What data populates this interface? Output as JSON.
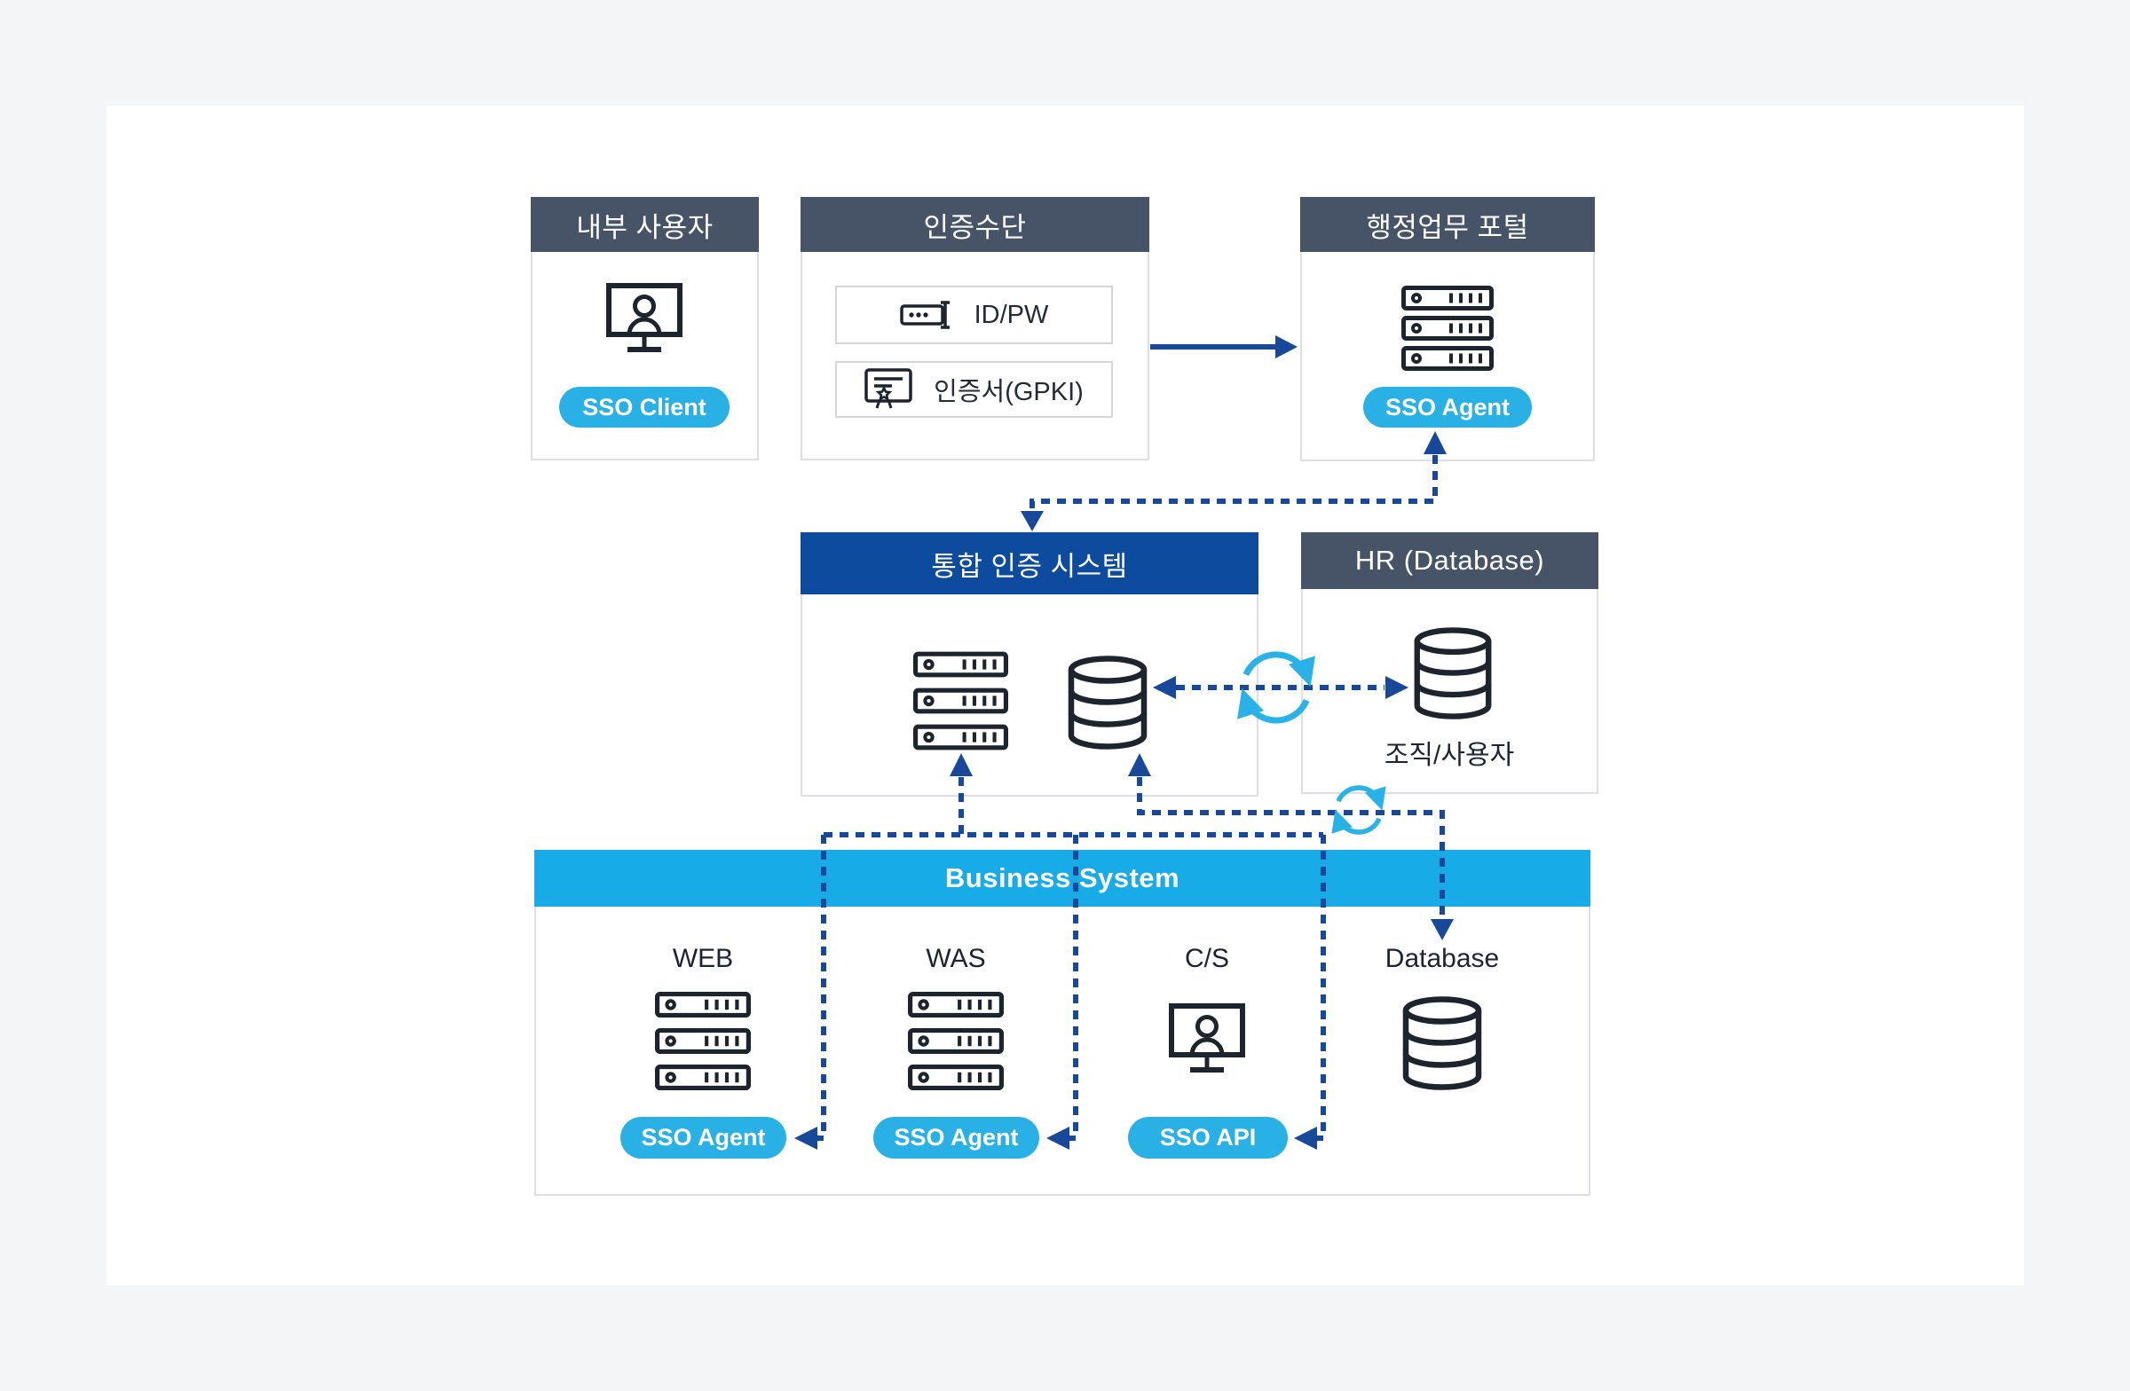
{
  "colors": {
    "page_background": "#f4f5f7",
    "panel_background": "#ffffff",
    "slate_header": "#475468",
    "deep_blue_header": "#0d4b9e",
    "light_blue_header": "#17abe7",
    "badge_blue": "#29b1e6",
    "connector_navy": "#17489a",
    "sync_cyan": "#29b2e8",
    "icon_stroke": "#1d242e",
    "box_border": "#dcdfe3"
  },
  "icons": {
    "monitor_user": "person-at-monitor",
    "server_stack": "server-rack-3-units",
    "database": "db-cylinder",
    "password_field": "password-input-cursor",
    "certificate": "certificate-with-star-seal",
    "sync": "circular-refresh-arrows"
  },
  "boxes": {
    "internal_user": {
      "title": "내부 사용자",
      "badge": "SSO Client"
    },
    "auth_means": {
      "title": "인증수단",
      "items": [
        {
          "label": "ID/PW"
        },
        {
          "label": "인증서(GPKI)"
        }
      ]
    },
    "admin_portal": {
      "title": "행정업무 포털",
      "badge": "SSO Agent"
    },
    "auth_system": {
      "title": "통합 인증 시스템"
    },
    "hr_db": {
      "title": "HR (Database)",
      "caption": "조직/사용자"
    },
    "business": {
      "title": "Business System",
      "columns": [
        {
          "label": "WEB",
          "badge": "SSO Agent"
        },
        {
          "label": "WAS",
          "badge": "SSO Agent"
        },
        {
          "label": "C/S",
          "badge": "SSO API"
        },
        {
          "label": "Database",
          "badge": ""
        }
      ]
    }
  }
}
